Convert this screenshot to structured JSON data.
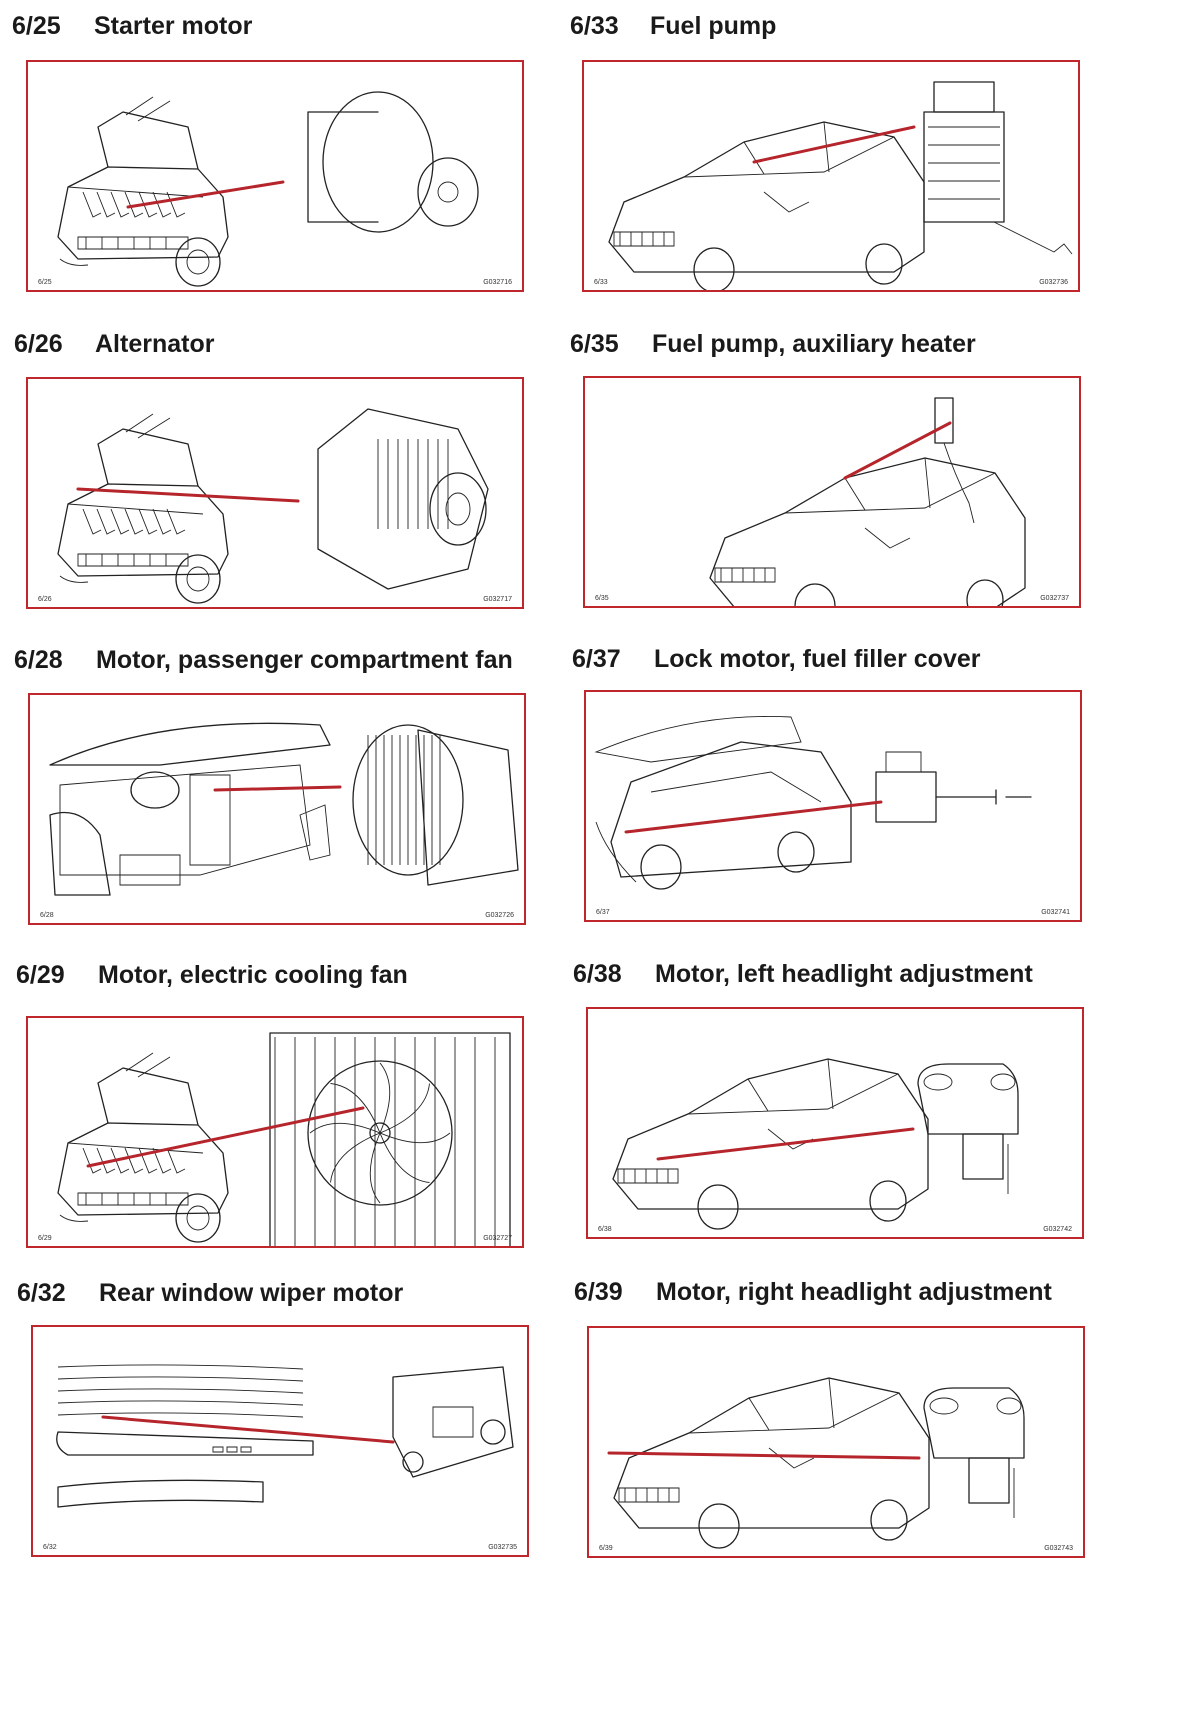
{
  "items": [
    {
      "code": "6/25",
      "title": "Starter motor",
      "fig_left": "6/25",
      "fig_right": "G032716",
      "illustration": "car-front-hood-open",
      "detail": "starter-motor"
    },
    {
      "code": "6/33",
      "title": "Fuel pump",
      "fig_left": "6/33",
      "fig_right": "G032736",
      "illustration": "car-3q-view",
      "detail": "fuel-pump"
    },
    {
      "code": "6/26",
      "title": "Alternator",
      "fig_left": "6/26",
      "fig_right": "G032717",
      "illustration": "car-front-hood-open",
      "detail": "alternator"
    },
    {
      "code": "6/35",
      "title": "Fuel pump, auxiliary heater",
      "fig_left": "6/35",
      "fig_right": "G032737",
      "illustration": "car-3q-view",
      "detail": "aux-heater-pump"
    },
    {
      "code": "6/28",
      "title": "Motor, passenger compartment fan",
      "fig_left": "6/28",
      "fig_right": "G032726",
      "illustration": "dashboard-interior",
      "detail": "blower-fan"
    },
    {
      "code": "6/37",
      "title": "Lock motor, fuel filler cover",
      "fig_left": "6/37",
      "fig_right": "G032741",
      "illustration": "car-rear-side",
      "detail": "lock-motor"
    },
    {
      "code": "6/29",
      "title": "Motor, electric cooling fan",
      "fig_left": "6/29",
      "fig_right": "G032727",
      "illustration": "car-front-hood-open",
      "detail": "cooling-fan-radiator"
    },
    {
      "code": "6/38",
      "title": "Motor, left headlight adjustment",
      "fig_left": "6/38",
      "fig_right": "G032742",
      "illustration": "car-3q-view",
      "detail": "headlight-motor"
    },
    {
      "code": "6/32",
      "title": "Rear window wiper motor",
      "fig_left": "6/32",
      "fig_right": "G032735",
      "illustration": "rear-window",
      "detail": "wiper-motor"
    },
    {
      "code": "6/39",
      "title": "Motor, right headlight adjustment",
      "fig_left": "6/39",
      "fig_right": "G032743",
      "illustration": "car-3q-view",
      "detail": "headlight-motor"
    }
  ],
  "colors": {
    "frame": "#c0272d",
    "leader": "#b5252b",
    "ink": "#222222"
  }
}
